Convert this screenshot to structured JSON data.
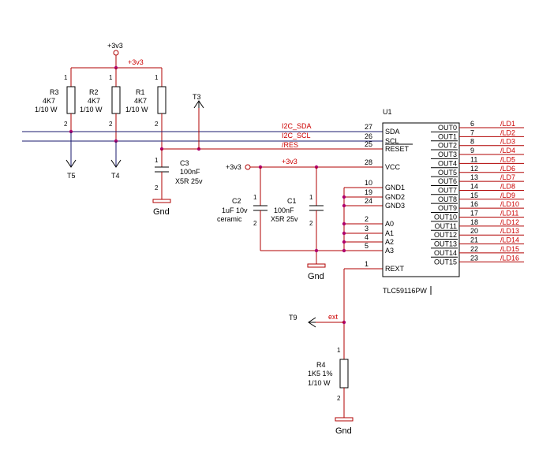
{
  "power": {
    "top_rail_label": "+3v3",
    "top_node_label": "+3v3",
    "left_supply_label": "+3v3",
    "vcc_net_label": "+3v3"
  },
  "nets": {
    "sda": "I2C_SDA",
    "scl": "I2C_SCL",
    "res": "/RES",
    "ext": "ext"
  },
  "testpoints": {
    "t3": "T3",
    "t4": "T4",
    "t5": "T5",
    "t9": "T9"
  },
  "ground_label": "Gnd",
  "pin1": "1",
  "pin2": "2",
  "resistors": {
    "r1": {
      "name": "R1",
      "value": "4K7",
      "rating": "1/10 W"
    },
    "r2": {
      "name": "R2",
      "value": "4K7",
      "rating": "1/10 W"
    },
    "r3": {
      "name": "R3",
      "value": "4K7",
      "rating": "1/10 W"
    },
    "r4": {
      "name": "R4",
      "value": "1K5 1%",
      "rating": "1/10 W"
    }
  },
  "capacitors": {
    "c1": {
      "name": "C1",
      "value": "100nF",
      "rating": "X5R 25v"
    },
    "c2": {
      "name": "C2",
      "value": "1uF 10v",
      "rating": "ceramic"
    },
    "c3": {
      "name": "C3",
      "value": "100nF",
      "rating": "X5R 25v"
    }
  },
  "ic": {
    "ref": "U1",
    "part": "TLC59116PW",
    "left_pins": [
      {
        "num": "27",
        "name": "SDA"
      },
      {
        "num": "26",
        "name": "SCL"
      },
      {
        "num": "25",
        "name": "RESET"
      },
      {
        "num": "28",
        "name": "VCC"
      },
      {
        "num": "10",
        "name": "GND1"
      },
      {
        "num": "19",
        "name": "GND2"
      },
      {
        "num": "24",
        "name": "GND3"
      },
      {
        "num": "2",
        "name": "A0"
      },
      {
        "num": "3",
        "name": "A1"
      },
      {
        "num": "4",
        "name": "A2"
      },
      {
        "num": "5",
        "name": "A3"
      },
      {
        "num": "1",
        "name": "REXT"
      }
    ],
    "right_pins": [
      {
        "num": "6",
        "name": "OUT0",
        "net": "/LD1"
      },
      {
        "num": "7",
        "name": "OUT1",
        "net": "/LD2"
      },
      {
        "num": "8",
        "name": "OUT2",
        "net": "/LD3"
      },
      {
        "num": "9",
        "name": "OUT3",
        "net": "/LD4"
      },
      {
        "num": "11",
        "name": "OUT4",
        "net": "/LD5"
      },
      {
        "num": "12",
        "name": "OUT5",
        "net": "/LD6"
      },
      {
        "num": "13",
        "name": "OUT6",
        "net": "/LD7"
      },
      {
        "num": "14",
        "name": "OUT7",
        "net": "/LD8"
      },
      {
        "num": "15",
        "name": "OUT8",
        "net": "/LD9"
      },
      {
        "num": "16",
        "name": "OUT9",
        "net": "/LD10"
      },
      {
        "num": "17",
        "name": "OUT10",
        "net": "/LD11"
      },
      {
        "num": "18",
        "name": "OUT11",
        "net": "/LD12"
      },
      {
        "num": "20",
        "name": "OUT12",
        "net": "/LD13"
      },
      {
        "num": "21",
        "name": "OUT13",
        "net": "/LD14"
      },
      {
        "num": "22",
        "name": "OUT14",
        "net": "/LD15"
      },
      {
        "num": "23",
        "name": "OUT15",
        "net": "/LD16"
      }
    ]
  }
}
